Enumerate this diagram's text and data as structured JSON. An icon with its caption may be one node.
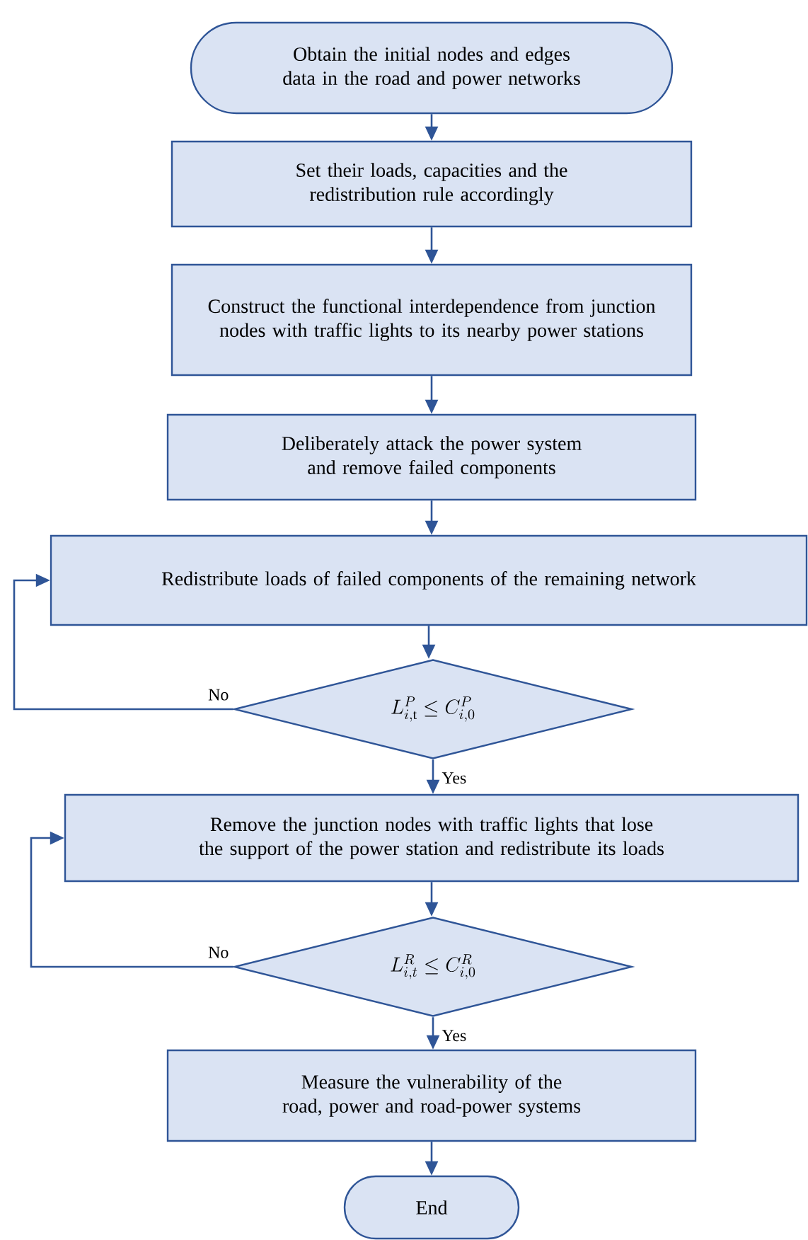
{
  "diagram": {
    "nodes": [
      {
        "text": [
          "Obtain the initial nodes and edges data in the road and power networks"
        ]
      },
      {
        "text": [
          "Set their loads, capacities and the redistribution rule accordingly"
        ]
      },
      {
        "text": [
          "Construct the functional interdependence from junction nodes with traffic lights to its nearby power stations"
        ]
      },
      {
        "text": [
          "Deliberately attack the power system and remove failed components"
        ]
      },
      {
        "text": [
          "Redistribute loads of failed components of the remaining network"
        ]
      },
      {
        "text": [
          "L_{i,\\mathrm{t}}^{P} \\leq C_{i,0}^{P}"
        ]
      },
      {
        "text": [
          "Remove the junction nodes with traffic lights that lose the support of the power station and redistribute its loads"
        ]
      },
      {
        "text": [
          "L_{i,t}^{R} \\leq C_{i,0}^{R}"
        ]
      },
      {
        "text": [
          "Measure the vulnerability of the road, power and road-power systems"
        ]
      },
      {
        "text": [
          "End"
        ]
      }
    ],
    "edges": [
      {
        "from": 0,
        "to": 1,
        "arrow": "to"
      },
      {
        "from": 1,
        "to": 2,
        "arrow": "to"
      },
      {
        "from": 2,
        "to": 3,
        "arrow": "to"
      },
      {
        "from": 3,
        "to": 4,
        "arrow": "to"
      },
      {
        "from": 4,
        "to": 5,
        "arrow": "to"
      },
      {
        "from": 5,
        "to": 6,
        "arrow": "to",
        "label": "Yes"
      },
      {
        "from": 5,
        "to": 4,
        "arrow": "to",
        "label": "No"
      },
      {
        "from": 6,
        "to": 7,
        "arrow": "to"
      },
      {
        "from": 7,
        "to": 8,
        "arrow": "to",
        "label": "Yes"
      },
      {
        "from": 7,
        "to": 6,
        "arrow": "to",
        "label": "No"
      },
      {
        "from": 8,
        "to": 9,
        "arrow": "to"
      }
    ]
  }
}
